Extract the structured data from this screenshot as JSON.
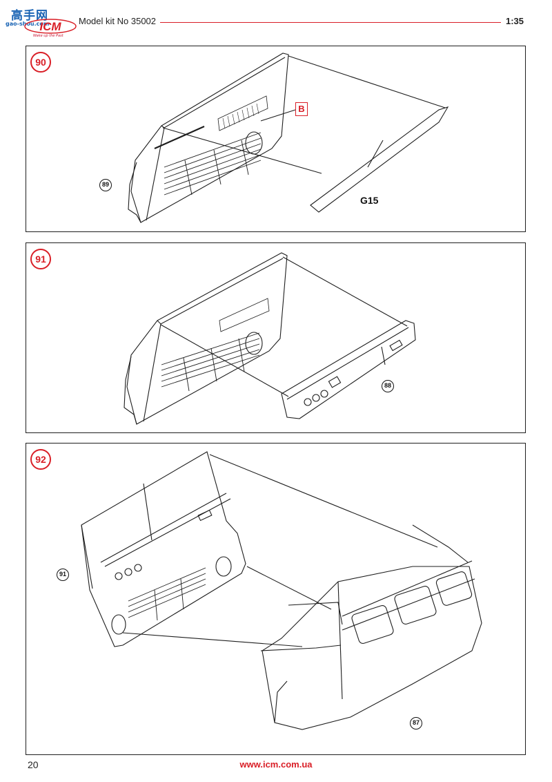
{
  "watermark": {
    "title": "高手网",
    "subtitle": "gao-shou.com"
  },
  "logo": {
    "brand": "ICM",
    "slogan": "Wake up the Past"
  },
  "header": {
    "kit_label": "Model kit No 35002",
    "scale": "1:35"
  },
  "colors": {
    "accent": "#d91e26",
    "line": "#1d1d1d"
  },
  "steps": [
    {
      "number": "90",
      "ref": "89",
      "part": "G15",
      "color_code": "B"
    },
    {
      "number": "91",
      "ref": "88"
    },
    {
      "number": "92",
      "ref_left": "91",
      "ref_right": "87"
    }
  ],
  "footer": {
    "page_number": "20",
    "website": "www.icm.com.ua"
  }
}
